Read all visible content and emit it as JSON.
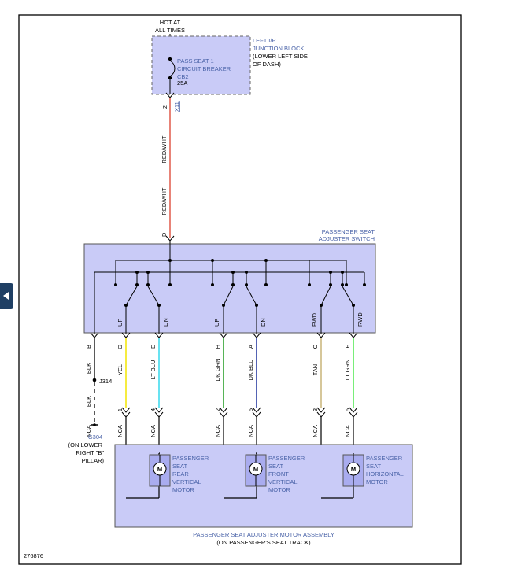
{
  "diagram_id": "276876",
  "power": {
    "hot_label_1": "HOT AT",
    "hot_label_2": "ALL TIMES"
  },
  "junction_block": {
    "label_1": "LEFT I/P",
    "label_2": "JUNCTION BLOCK",
    "label_3": "(LOWER LEFT SIDE",
    "label_4": "OF DASH)",
    "breaker_1": "PASS SEAT 1",
    "breaker_2": "CIRCUIT BREAKER",
    "breaker_id": "CB2",
    "breaker_rating": "25A",
    "pin": "2",
    "connector": "X11"
  },
  "feed_wire": {
    "color_label": "RED/WHT",
    "color": "#e05a4a"
  },
  "switch": {
    "label_1": "PASSENGER SEAT",
    "label_2": "ADJUSTER SWITCH",
    "input_pin": "D",
    "pos_up": "UP",
    "pos_dn": "DN",
    "pos_fwd": "FWD",
    "pos_rwd": "RWD"
  },
  "wires": [
    {
      "pin_top": "B",
      "color_label": "BLK",
      "color": "#222222"
    },
    {
      "pin_top": "G",
      "color_label": "YEL",
      "color": "#f2e500",
      "pin_bottom": "1",
      "nca": "NCA"
    },
    {
      "pin_top": "E",
      "color_label": "LT BLU",
      "color": "#35d9ec",
      "pin_bottom": "4",
      "nca": "NCA"
    },
    {
      "pin_top": "H",
      "color_label": "DK GRN",
      "color": "#1f9a1f",
      "pin_bottom": "2",
      "nca": "NCA"
    },
    {
      "pin_top": "A",
      "color_label": "DK BLU",
      "color": "#1a2f9a",
      "pin_bottom": "5",
      "nca": "NCA"
    },
    {
      "pin_top": "C",
      "color_label": "TAN",
      "color": "#c8b478",
      "pin_bottom": "3",
      "nca": "NCA"
    },
    {
      "pin_top": "F",
      "color_label": "LT GRN",
      "color": "#4ce84c",
      "pin_bottom": "6",
      "nca": "NCA"
    }
  ],
  "ground": {
    "splice": "J314",
    "lower_wire_label": "BLK",
    "nca": "NCA",
    "id": "G304",
    "loc_1": "(ON LOWER",
    "loc_2": "RIGHT \"B\"",
    "loc_3": "PILLAR)"
  },
  "motor_symbol": "M",
  "motors": [
    {
      "l1": "PASSENGER",
      "l2": "SEAT",
      "l3": "REAR",
      "l4": "VERTICAL",
      "l5": "MOTOR"
    },
    {
      "l1": "PASSENGER",
      "l2": "SEAT",
      "l3": "FRONT",
      "l4": "VERTICAL",
      "l5": "MOTOR"
    },
    {
      "l1": "PASSENGER",
      "l2": "SEAT",
      "l3": "HORIZONTAL",
      "l4": "MOTOR",
      "l5": ""
    }
  ],
  "assembly": {
    "label_1": "PASSENGER SEAT ADJUSTER MOTOR ASSEMBLY",
    "label_2": "(ON PASSENGER'S SEAT TRACK)"
  },
  "colors": {
    "fill": "#c9cbf7",
    "label_blue": "#4a63a8",
    "border": "#555555"
  }
}
